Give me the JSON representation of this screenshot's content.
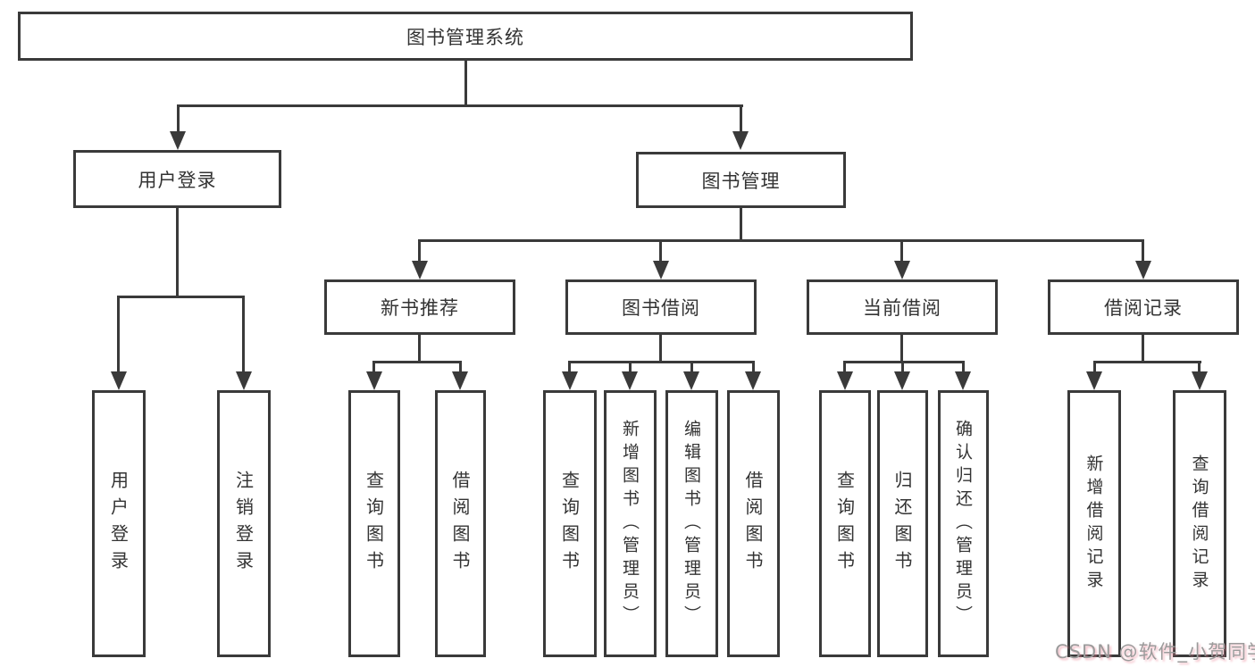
{
  "diagram": {
    "nodes": {
      "root": "图书管理系统",
      "user_login": "用户登录",
      "book_mgmt": "图书管理",
      "new_books": "新书推荐",
      "book_borrow": "图书借阅",
      "current_borrow": "当前借阅",
      "borrow_records": "借阅记录",
      "leaf_user_login": "用户登录",
      "leaf_logout": "注销登录",
      "leaf_nb_query": "查询图书",
      "leaf_nb_borrow": "借阅图书",
      "leaf_bb_query": "查询图书",
      "leaf_bb_add": "新增图书（管理员）",
      "leaf_bb_edit": "编辑图书（管理员）",
      "leaf_bb_borrow": "借阅图书",
      "leaf_cb_query": "查询图书",
      "leaf_cb_return": "归还图书",
      "leaf_cb_confirm": "确认归还（管理员）",
      "leaf_br_add": "新增借阅记录",
      "leaf_br_query": "查询借阅记录"
    },
    "watermark": "CSDN @软件_小贺同学",
    "colors": {
      "line": "#3a3a3a",
      "text": "#333333",
      "watermark": "#9b9b9b",
      "watermark_accent": "#e98294"
    }
  }
}
